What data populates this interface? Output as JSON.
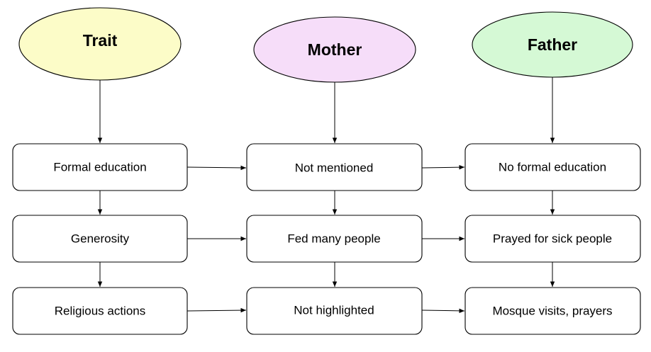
{
  "colors": {
    "trait_fill": "#fcfcc8",
    "mother_fill": "#f6ddf9",
    "father_fill": "#d5f9d5",
    "stroke": "#000000"
  },
  "headers": {
    "trait": "Trait",
    "mother": "Mother",
    "father": "Father"
  },
  "rows": [
    {
      "trait": "Formal education",
      "mother": "Not mentioned",
      "father": "No formal education"
    },
    {
      "trait": "Generosity",
      "mother": "Fed many people",
      "father": "Prayed for sick people"
    },
    {
      "trait": "Religious actions",
      "mother": "Not highlighted",
      "father": "Mosque visits, prayers"
    }
  ]
}
